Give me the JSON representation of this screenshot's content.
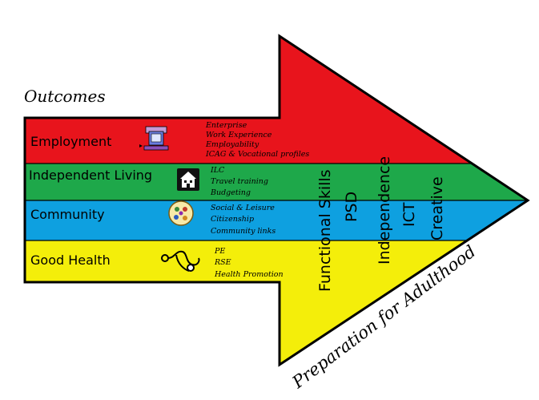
{
  "title": "Outcomes",
  "footer": "Preparation for Adulthood",
  "colors": {
    "employment": "#e8141c",
    "independent_living": "#1ea84a",
    "community": "#0ea0e0",
    "good_health": "#f4ee0a",
    "outline": "#000000"
  },
  "bands": [
    {
      "label": "Employment",
      "icon": "computer-icon",
      "items": [
        "Enterprise",
        "Work Experience",
        "Employability",
        "ICAG & Vocational profiles"
      ]
    },
    {
      "label": "Independent Living",
      "icon": "house-icon",
      "items": [
        "ILC",
        "Travel training",
        "Budgeting"
      ]
    },
    {
      "label": "Community",
      "icon": "community-badge-icon",
      "items": [
        "Social & Leisure",
        "Citizenship",
        "Community links"
      ]
    },
    {
      "label": "Good Health",
      "icon": "stethoscope-icon",
      "items": [
        "PE",
        "RSE",
        "Health Promotion"
      ]
    }
  ],
  "vertical_labels": [
    "Functional Skills",
    "PSD",
    "Independence",
    "ICT",
    "Creative"
  ]
}
